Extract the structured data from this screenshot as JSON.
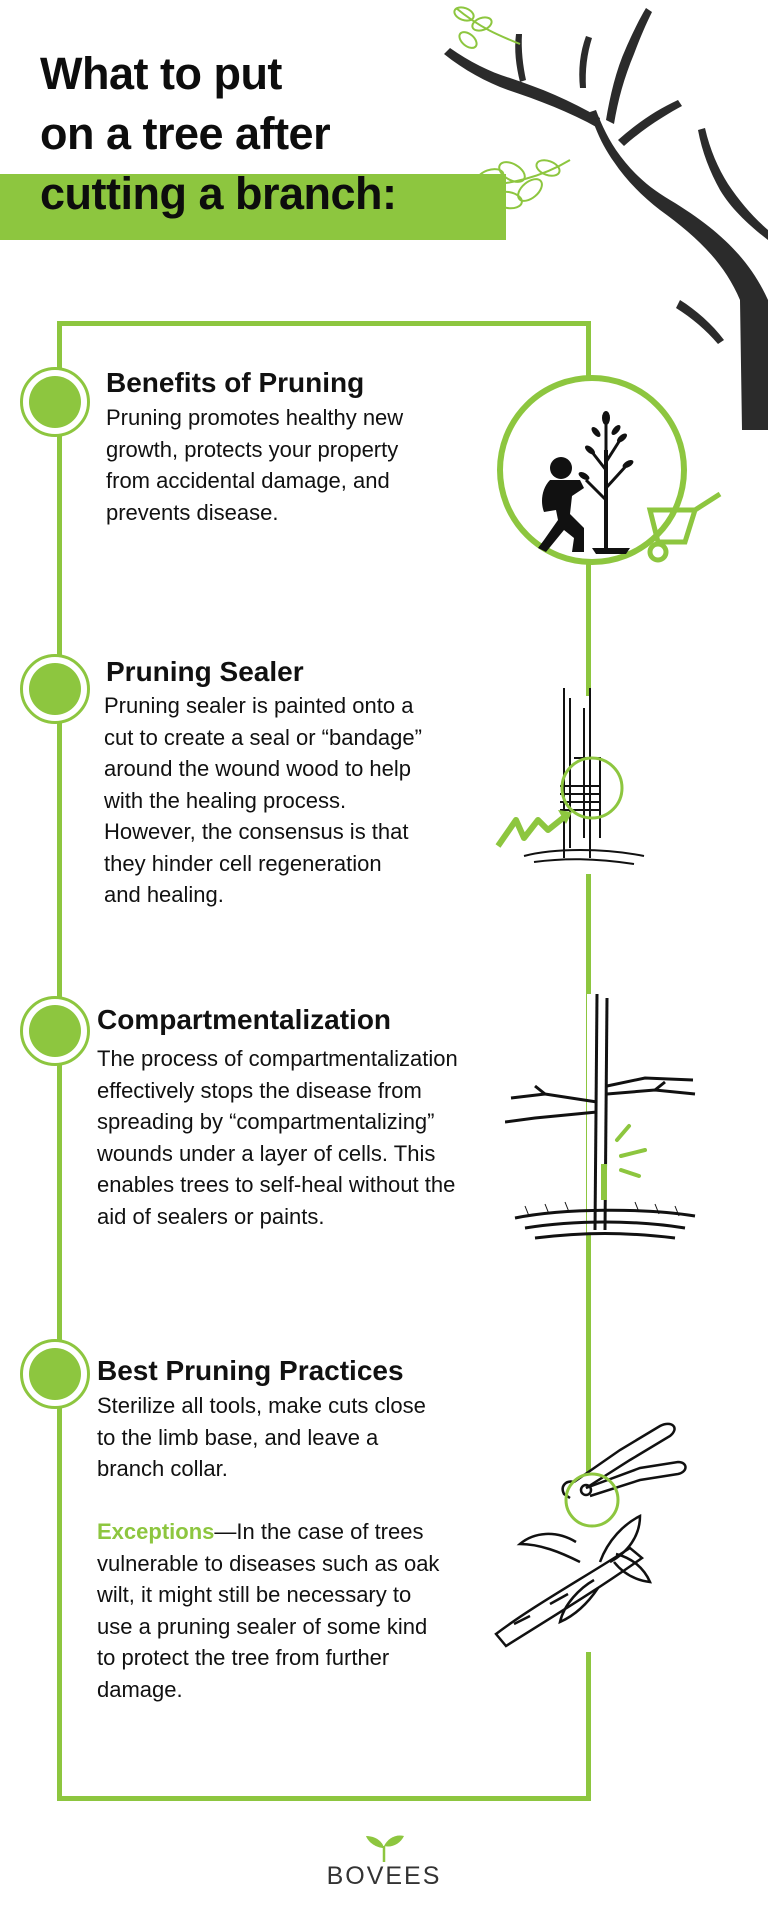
{
  "title": {
    "line1": "What to put",
    "line2": "on a tree after",
    "line3": "cutting a branch:"
  },
  "sections": [
    {
      "title": "Benefits of Pruning",
      "body_lines": [
        "Pruning promotes healthy new",
        "growth, protects your property",
        "from accidental damage, and",
        "prevents disease."
      ],
      "illustration": "gardener-planting-tree-icon"
    },
    {
      "title": "Pruning Sealer",
      "body_lines": [
        "Pruning sealer is painted onto a",
        "cut to create a seal or “bandage”",
        "around the wound wood to help",
        "with the healing process.",
        "However, the consensus is that",
        "they hinder cell regeneration",
        "and healing."
      ],
      "illustration": "bandaged-stump-icon"
    },
    {
      "title": "Compartmentalization",
      "body_lines": [
        "The process of compartmentalization",
        "effectively stops the disease from",
        "spreading by “compartmentalizing”",
        "wounds under a layer of cells. This",
        "enables trees to self-heal without the",
        "aid of sealers or paints."
      ],
      "illustration": "pruned-tree-icon"
    },
    {
      "title": "Best Pruning Practices",
      "body_lines": [
        "Sterilize all tools, make cuts close",
        "to the limb base, and leave a",
        "branch collar."
      ],
      "exception_label": "Exceptions",
      "exception_lines": [
        "—In the case of trees",
        "vulnerable to diseases such as oak",
        "wilt, it might still be necessary to",
        "use a pruning sealer of some kind",
        "to protect the tree from further",
        "damage."
      ],
      "illustration": "pruning-shears-branch-icon"
    }
  ],
  "brand": "BOVEES",
  "colors": {
    "accent": "#8dc63f",
    "text": "#111111",
    "tree": "#2b2b2b"
  }
}
